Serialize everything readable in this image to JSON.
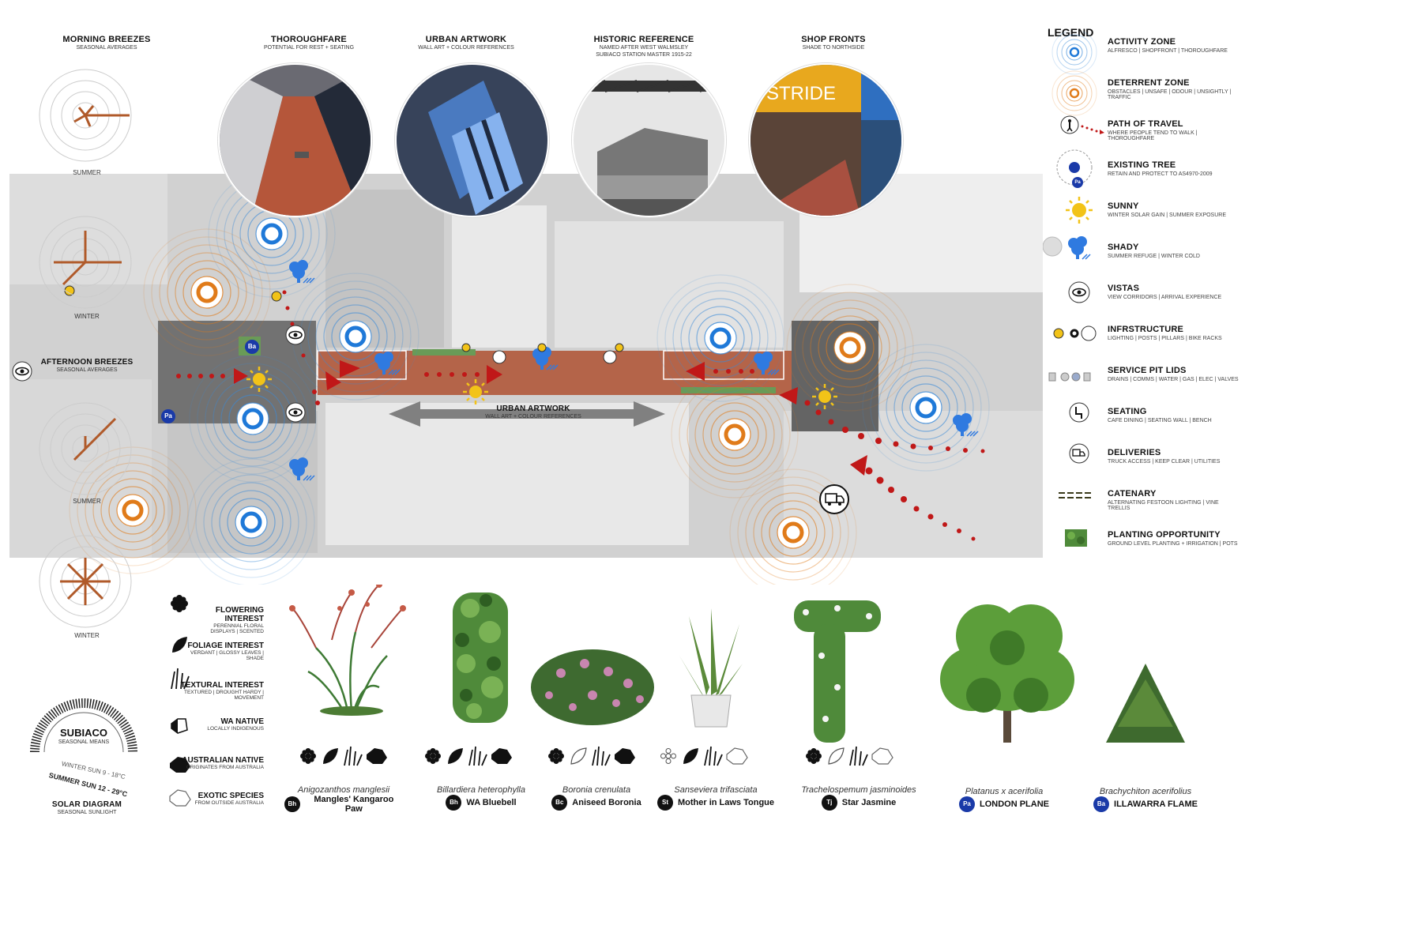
{
  "titles": {
    "morning_breezes": "MORNING BREEZES",
    "morning_breezes_sub": "SEASONAL AVERAGES",
    "thoroughfare": "THOROUGHFARE",
    "thoroughfare_sub": "POTENTIAL FOR REST + SEATING",
    "urban_artwork": "URBAN ARTWORK",
    "urban_artwork_sub": "WALL ART + COLOUR REFERENCES",
    "historic": "HISTORIC REFERENCE",
    "historic_sub1": "NAMED AFTER WEST WALMSLEY",
    "historic_sub2": "SUBIACO STATION MASTER 1915-22",
    "shop_fronts": "SHOP FRONTS",
    "shop_fronts_sub": "SHADE TO NORTHSIDE",
    "afternoon_breezes": "AFTERNOON BREEZES",
    "afternoon_breezes_sub": "SEASONAL AVERAGES",
    "urban_artwork_plan": "URBAN ARTWORK",
    "urban_artwork_plan_sub": "WALL ART + COLOUR REFERENCES",
    "summer1": "SUMMER",
    "winter1": "WINTER",
    "summer2": "SUMMER",
    "winter2": "WINTER",
    "stride": "STRIDE",
    "solar_title": "SUBIACO",
    "solar_sub": "SEASONAL MEANS",
    "winter_sun": "WINTER SUN  9 - 18°C",
    "summer_sun": "SUMMER SUN  12 - 29°C",
    "solar_diagram": "SOLAR DIAGRAM",
    "solar_diagram_sub": "SEASONAL SUNLIGHT"
  },
  "legend": {
    "heading": "LEGEND",
    "items": [
      {
        "title": "ACTIVITY ZONE",
        "sub": "ALFRESCO | SHOPFRONT | THOROUGHFARE",
        "icon": "activity-zone-icon"
      },
      {
        "title": "DETERRENT ZONE",
        "sub": "OBSTACLES | UNSAFE | ODOUR | UNSIGHTLY | TRAFFIC",
        "icon": "deterrent-zone-icon"
      },
      {
        "title": "PATH OF TRAVEL",
        "sub": "WHERE PEOPLE TEND TO WALK | THOROUGHFARE",
        "icon": "path-of-travel-icon"
      },
      {
        "title": "EXISTING TREE",
        "sub": "RETAIN AND PROTECT TO AS4970-2009",
        "icon": "existing-tree-icon"
      },
      {
        "title": "SUNNY",
        "sub": "WINTER SOLAR GAIN | SUMMER EXPOSURE",
        "icon": "sun-icon"
      },
      {
        "title": "SHADY",
        "sub": "SUMMER REFUGE | WINTER COLD",
        "icon": "shade-icon"
      },
      {
        "title": "VISTAS",
        "sub": "VIEW CORRIDORS | ARRIVAL EXPERIENCE",
        "icon": "eye-icon"
      },
      {
        "title": "INFRSTRUCTURE",
        "sub": "LIGHTING | POSTS | PILLARS | BIKE RACKS",
        "icon": "infrastructure-icon"
      },
      {
        "title": "SERVICE PIT LIDS",
        "sub": "DRAINS | COMMS | WATER | GAS | ELEC | VALVES",
        "icon": "service-pit-icon"
      },
      {
        "title": "SEATING",
        "sub": "CAFE DINING | SEATING WALL | BENCH",
        "icon": "seating-icon"
      },
      {
        "title": "DELIVERIES",
        "sub": "TRUCK ACCESS | KEEP CLEAR | UTILITIES",
        "icon": "truck-icon"
      },
      {
        "title": "CATENARY",
        "sub": "ALTERNATING FESTOON LIGHTING | VINE TRELLIS",
        "icon": "catenary-icon"
      },
      {
        "title": "PLANTING OPPORTUNITY",
        "sub": "GROUND LEVEL PLANTING + IRRIGATION | POTS",
        "icon": "planting-icon"
      }
    ],
    "existing_tree_badge": "Pa"
  },
  "plan_badges": {
    "ba": "Ba",
    "pa": "Pa"
  },
  "attributes": [
    {
      "title": "FLOWERING INTEREST",
      "sub": "PERENNIAL FLORAL DISPLAYS | SCENTED",
      "icon": "flower-icon"
    },
    {
      "title": "FOLIAGE INTEREST",
      "sub": "VERDANT | GLOSSY LEAVES | SHADE",
      "icon": "leaf-icon"
    },
    {
      "title": "TEXTURAL INTEREST",
      "sub": "TEXTURED | DROUGHT HARDY | MOVEMENT",
      "icon": "grass-icon"
    },
    {
      "title": "WA NATIVE",
      "sub": "LOCALLY INDIGENOUS",
      "icon": "wa-map-icon"
    },
    {
      "title": "AUSTRALIAN NATIVE",
      "sub": "ORIGINATES FROM AUSTRALIA",
      "icon": "australia-map-icon"
    },
    {
      "title": "EXOTIC SPECIES",
      "sub": "FROM OUTSIDE AUSTRALIA",
      "icon": "australia-outline-icon"
    }
  ],
  "plants": [
    {
      "code": "Bh",
      "botanical": "Anigozanthos manglesii",
      "common": "Mangles' Kangaroo Paw",
      "badge_color": "black"
    },
    {
      "code": "Bh",
      "botanical": "Billardiera heterophylla",
      "common": "WA Bluebell",
      "badge_color": "black"
    },
    {
      "code": "Bc",
      "botanical": "Boronia crenulata",
      "common": "Aniseed Boronia",
      "badge_color": "black"
    },
    {
      "code": "St",
      "botanical": "Sanseviera trifasciata",
      "common": "Mother in Laws Tongue",
      "badge_color": "black"
    },
    {
      "code": "Tj",
      "botanical": "Trachelospemum jasminoides",
      "common": "Star Jasmine",
      "badge_color": "black"
    },
    {
      "code": "Pa",
      "botanical": "Platanus x acerifolia",
      "common": "LONDON PLANE",
      "badge_color": "blue"
    },
    {
      "code": "Ba",
      "botanical": "Brachychiton acerifolius",
      "common": "ILLAWARRA FLAME",
      "badge_color": "blue"
    }
  ],
  "colors": {
    "activity": "#3a8ad8",
    "deterrent": "#e07b1a",
    "path": "#c01818",
    "sun": "#f2c318",
    "shade": "#2f7ae0",
    "paving": "#a84a2a",
    "tree_badge": "#1a3aa8"
  }
}
